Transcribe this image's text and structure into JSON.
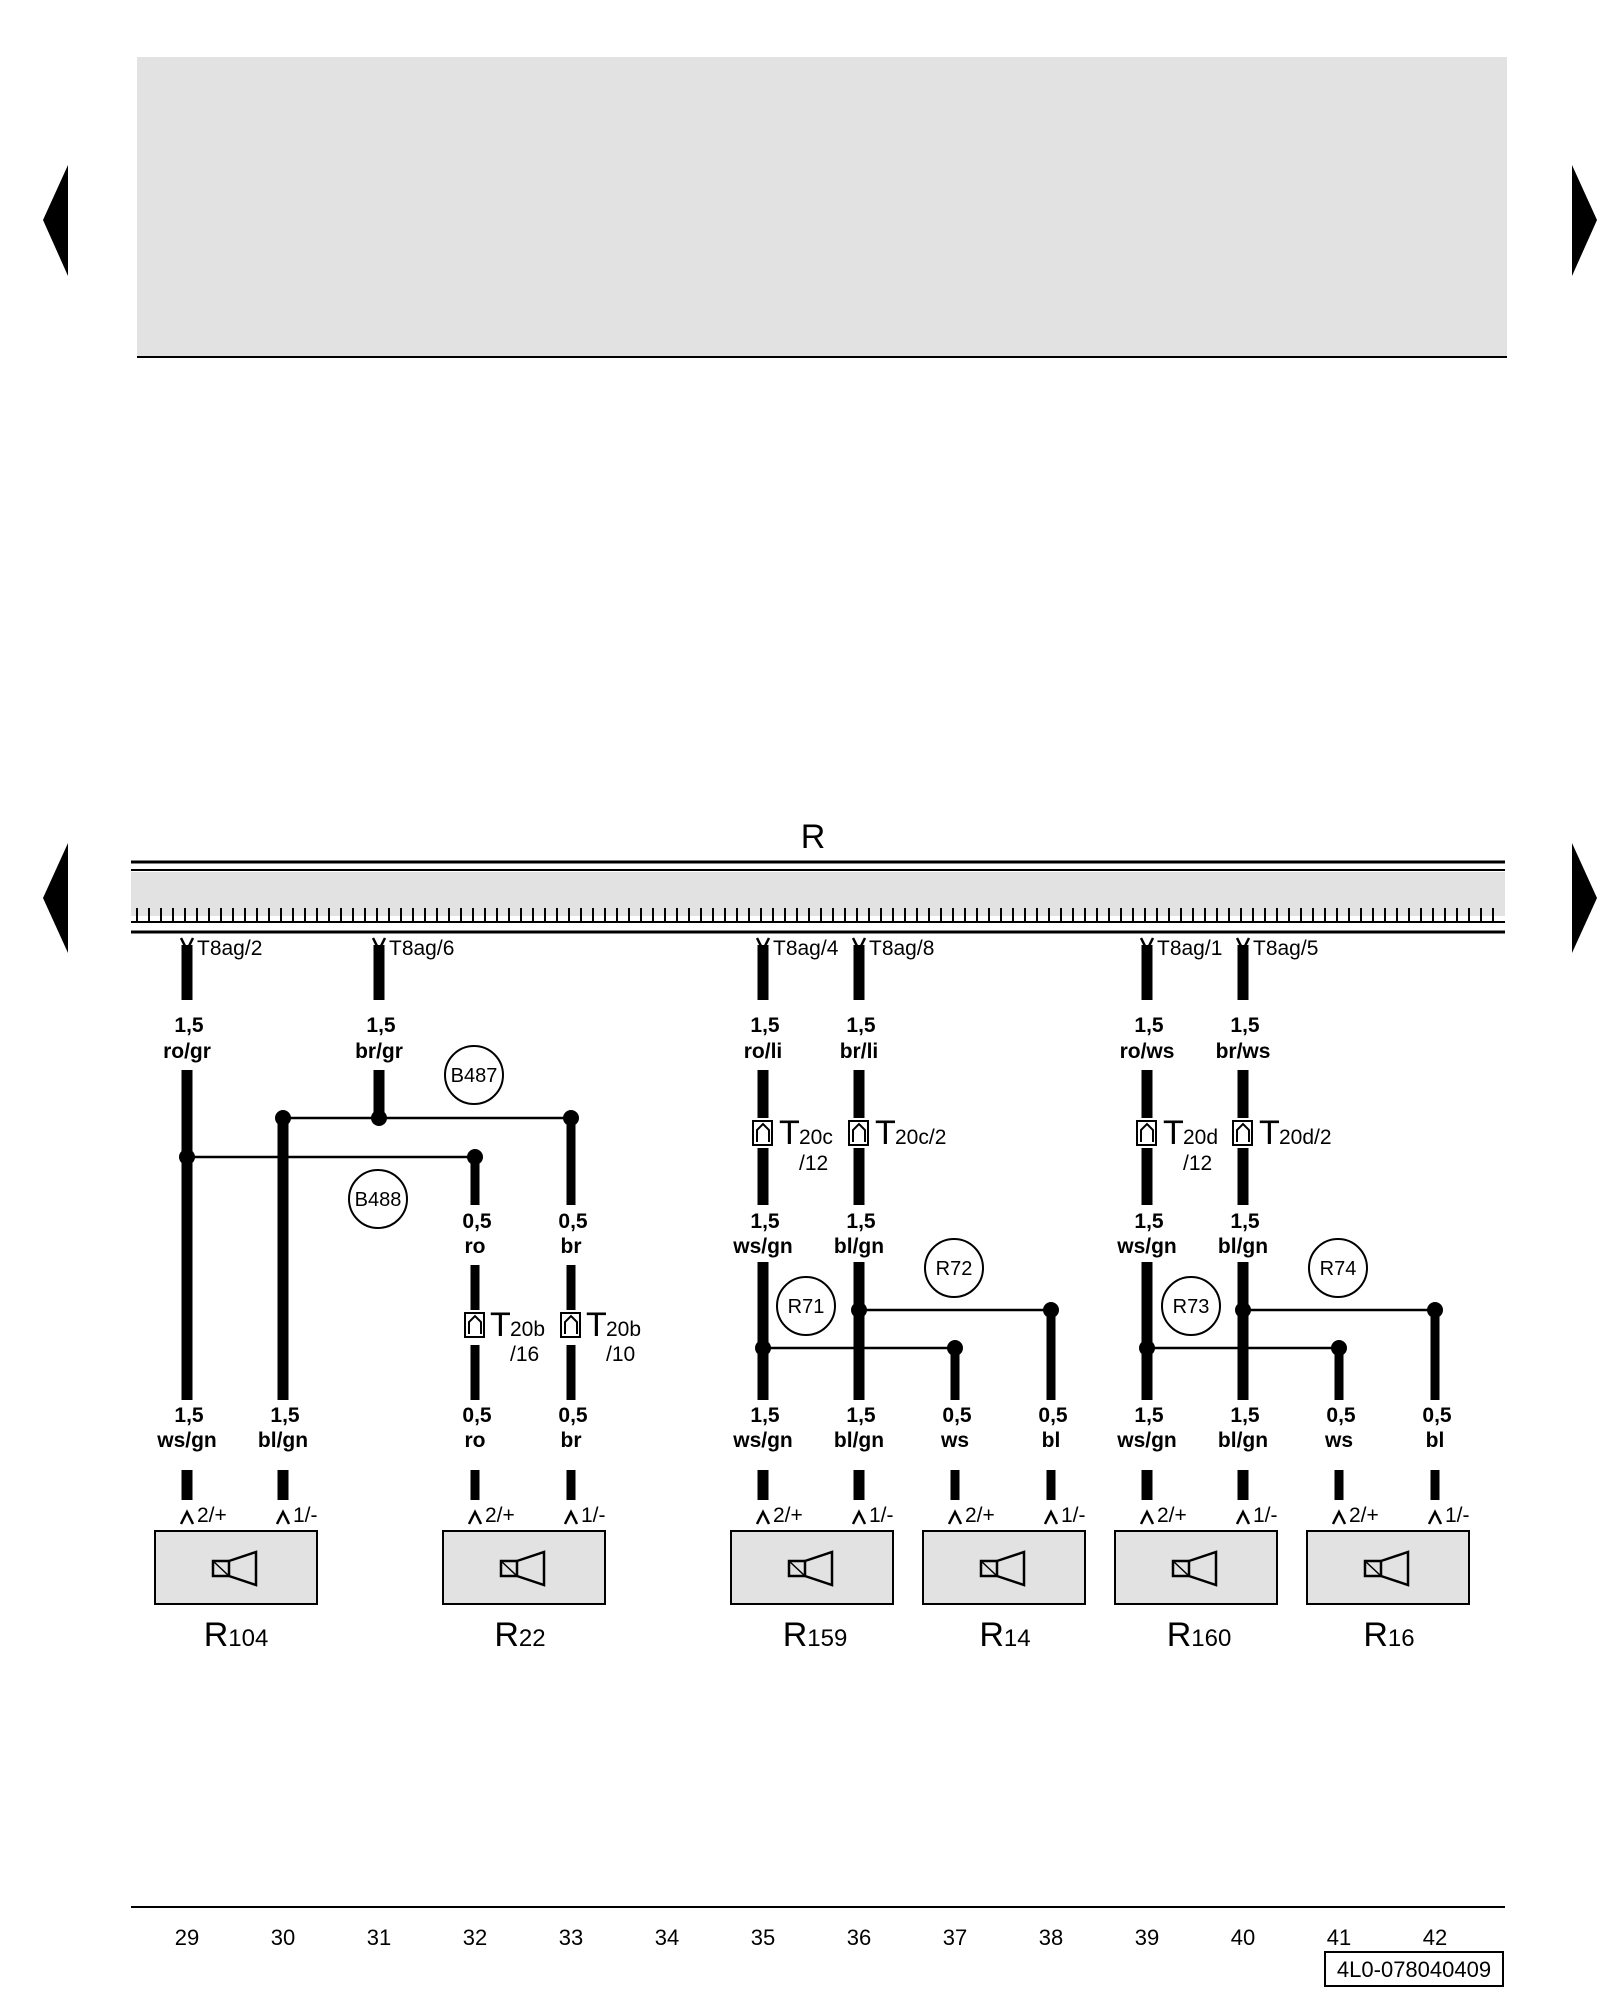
{
  "header_panel": {
    "color": "#e2e2e2"
  },
  "unit": {
    "label": "R"
  },
  "connectors": [
    "T8ag/2",
    "T8ag/6",
    "T8ag/4",
    "T8ag/8",
    "T8ag/1",
    "T8ag/5"
  ],
  "wires": {
    "w29_top": [
      "1,5",
      "ro/gr"
    ],
    "w31_top": [
      "1,5",
      "br/gr"
    ],
    "w35_top": [
      "1,5",
      "ro/li"
    ],
    "w36_top": [
      "1,5",
      "br/li"
    ],
    "w39_top": [
      "1,5",
      "ro/ws"
    ],
    "w40_top": [
      "1,5",
      "br/ws"
    ],
    "w32_mid": [
      "0,5",
      "ro"
    ],
    "w33_mid": [
      "0,5",
      "br"
    ],
    "w35_mid": [
      "1,5",
      "ws/gn"
    ],
    "w36_mid": [
      "1,5",
      "bl/gn"
    ],
    "w39_mid": [
      "1,5",
      "ws/gn"
    ],
    "w40_mid": [
      "1,5",
      "bl/gn"
    ],
    "w29_bot": [
      "1,5",
      "ws/gn"
    ],
    "w30_bot": [
      "1,5",
      "bl/gn"
    ],
    "w32_bot": [
      "0,5",
      "ro"
    ],
    "w33_bot": [
      "0,5",
      "br"
    ],
    "w35_bot": [
      "1,5",
      "ws/gn"
    ],
    "w36_bot": [
      "1,5",
      "bl/gn"
    ],
    "w37_bot": [
      "0,5",
      "ws"
    ],
    "w38_bot": [
      "0,5",
      "bl"
    ],
    "w39_bot": [
      "1,5",
      "ws/gn"
    ],
    "w40_bot": [
      "1,5",
      "bl/gn"
    ],
    "w41_bot": [
      "0,5",
      "ws"
    ],
    "w42_bot": [
      "0,5",
      "bl"
    ]
  },
  "splices": [
    "B487",
    "B488",
    "R71",
    "R72",
    "R73",
    "R74"
  ],
  "inline_connectors": {
    "t20b_16": [
      "T",
      "20b",
      "/16"
    ],
    "t20b_10": [
      "T",
      "20b",
      "/10"
    ],
    "t20c_12": [
      "T",
      "20c",
      "/12"
    ],
    "t20c_2": [
      "T",
      "20c/2",
      ""
    ],
    "t20d_12": [
      "T",
      "20d",
      "/12"
    ],
    "t20d_2": [
      "T",
      "20d/2",
      ""
    ]
  },
  "pins": {
    "plus": "2/+",
    "minus": "1/-"
  },
  "speakers": [
    {
      "base": "R",
      "sub": "104"
    },
    {
      "base": "R",
      "sub": "22"
    },
    {
      "base": "R",
      "sub": "159"
    },
    {
      "base": "R",
      "sub": "14"
    },
    {
      "base": "R",
      "sub": "160"
    },
    {
      "base": "R",
      "sub": "16"
    }
  ],
  "track_numbers": [
    "29",
    "30",
    "31",
    "32",
    "33",
    "34",
    "35",
    "36",
    "37",
    "38",
    "39",
    "40",
    "41",
    "42"
  ],
  "document_id": "4L0-078040409",
  "speaker_fill": "#e2e2e2"
}
